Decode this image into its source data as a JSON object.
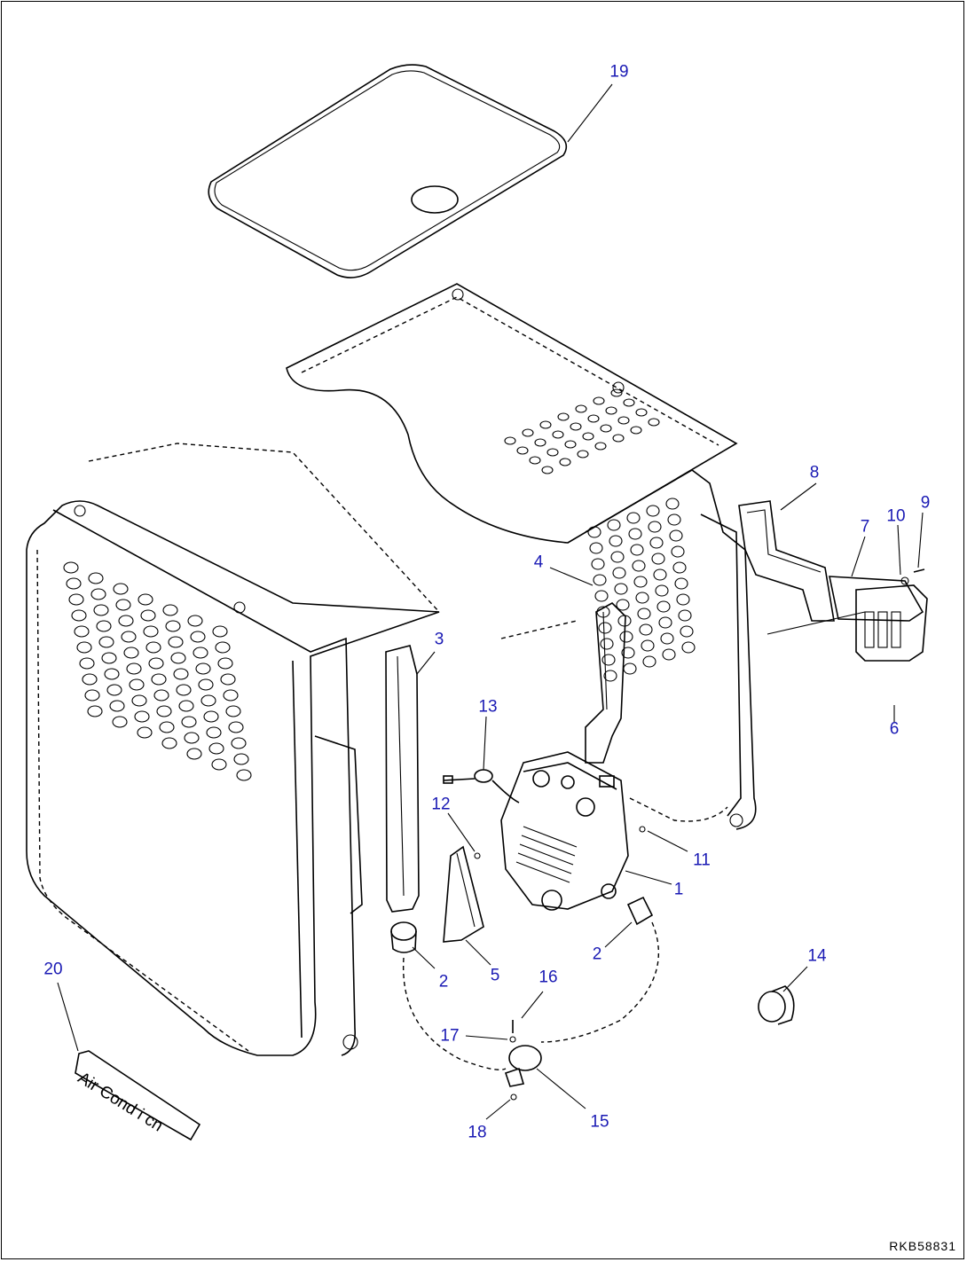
{
  "drawing_id": "RKB58831",
  "callouts": [
    {
      "id": "c1",
      "label": "1"
    },
    {
      "id": "c2a",
      "label": "2"
    },
    {
      "id": "c2b",
      "label": "2"
    },
    {
      "id": "c3",
      "label": "3"
    },
    {
      "id": "c4",
      "label": "4"
    },
    {
      "id": "c5",
      "label": "5"
    },
    {
      "id": "c6",
      "label": "6"
    },
    {
      "id": "c7",
      "label": "7"
    },
    {
      "id": "c8",
      "label": "8"
    },
    {
      "id": "c9",
      "label": "9"
    },
    {
      "id": "c10",
      "label": "10"
    },
    {
      "id": "c11",
      "label": "11"
    },
    {
      "id": "c12",
      "label": "12"
    },
    {
      "id": "c13",
      "label": "13"
    },
    {
      "id": "c14",
      "label": "14"
    },
    {
      "id": "c15",
      "label": "15"
    },
    {
      "id": "c16",
      "label": "16"
    },
    {
      "id": "c17",
      "label": "17"
    },
    {
      "id": "c18",
      "label": "18"
    },
    {
      "id": "c19",
      "label": "19"
    },
    {
      "id": "c20",
      "label": "20"
    }
  ],
  "decal_text": "Air Cond i cn",
  "colors": {
    "callout": "#1a1ab4",
    "line": "#000000"
  }
}
